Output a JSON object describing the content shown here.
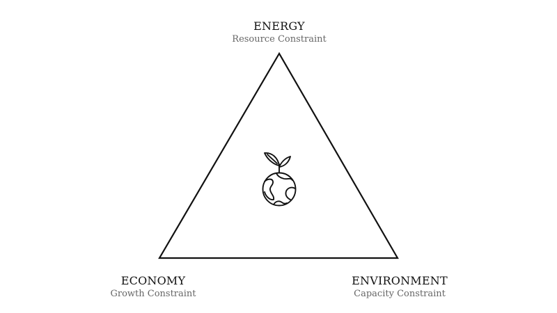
{
  "diagram": {
    "nodes": {
      "energy": {
        "title": "ENERGY",
        "subtitle": "Resource Constraint"
      },
      "economy": {
        "title": "ECONOMY",
        "subtitle": "Growth Constraint"
      },
      "environment": {
        "title": "ENVIRONMENT",
        "subtitle": "Capacity Constraint"
      }
    },
    "center_icon": "globe-with-sprout-icon",
    "colors": {
      "stroke": "#111111",
      "title": "#111111",
      "subtitle": "#666666",
      "background": "#ffffff"
    }
  }
}
